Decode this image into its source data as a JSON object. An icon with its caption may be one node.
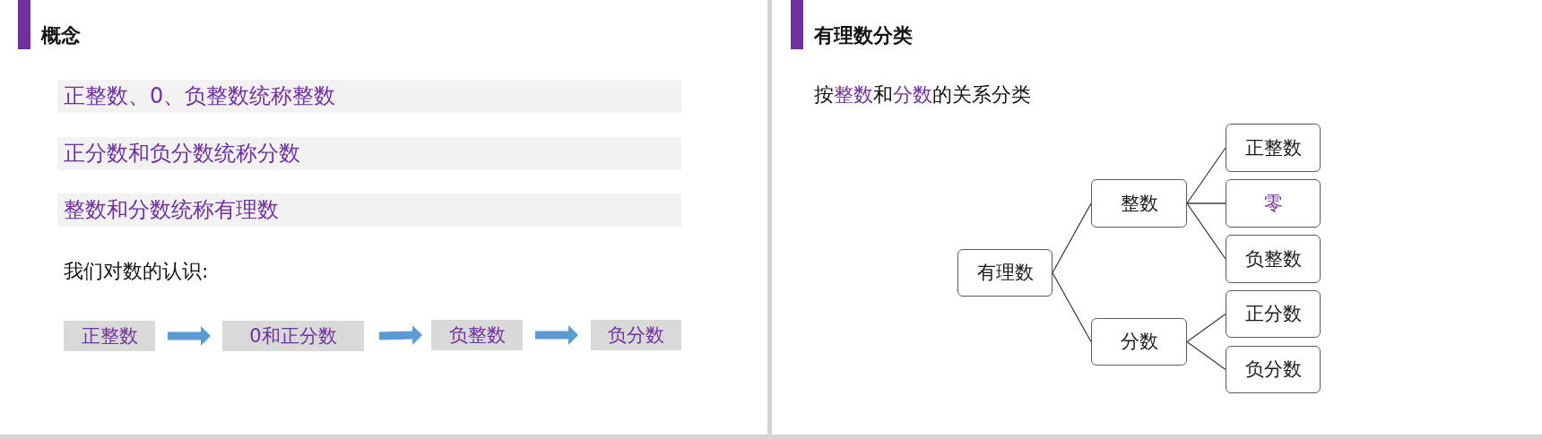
{
  "diagram": {
    "nodes": [
      {
        "text": [
          "正整数、0、负整数统称整数"
        ]
      },
      {
        "text": [
          "正分数和负分数统称分数"
        ]
      },
      {
        "text": [
          "整数和分数统称有理数"
        ]
      },
      {
        "text": [
          "正整数"
        ]
      },
      {
        "text": [
          "0和正分数"
        ]
      },
      {
        "text": [
          "负整数"
        ]
      },
      {
        "text": [
          "负分数"
        ]
      },
      {
        "text": [
          "有理数"
        ]
      },
      {
        "text": [
          "整数"
        ]
      },
      {
        "text": [
          "分数"
        ]
      },
      {
        "text": [
          "正整数"
        ]
      },
      {
        "text": [
          "零"
        ]
      },
      {
        "text": [
          "负整数"
        ]
      },
      {
        "text": [
          "正分数"
        ]
      },
      {
        "text": [
          "负分数"
        ]
      }
    ],
    "edges": [
      {
        "from": 3,
        "to": 4,
        "arrow": "to",
        "style": "thick",
        "color": "#5b9bd5"
      },
      {
        "from": 4,
        "to": 5,
        "arrow": "to",
        "style": "thick",
        "color": "#5b9bd5"
      },
      {
        "from": 5,
        "to": 6,
        "arrow": "to",
        "style": "thick",
        "color": "#5b9bd5"
      },
      {
        "from": 7,
        "to": 8,
        "arrow": "none"
      },
      {
        "from": 7,
        "to": 9,
        "arrow": "none"
      },
      {
        "from": 8,
        "to": 10,
        "arrow": "none"
      },
      {
        "from": 8,
        "to": 11,
        "arrow": "none"
      },
      {
        "from": 8,
        "to": 12,
        "arrow": "none"
      },
      {
        "from": 9,
        "to": 13,
        "arrow": "none"
      },
      {
        "from": 9,
        "to": 14,
        "arrow": "none"
      }
    ],
    "labels": [
      "概念",
      "我们对数的认识:",
      "有理数分类",
      "按**整数**和**分数**的关系分类"
    ]
  }
}
